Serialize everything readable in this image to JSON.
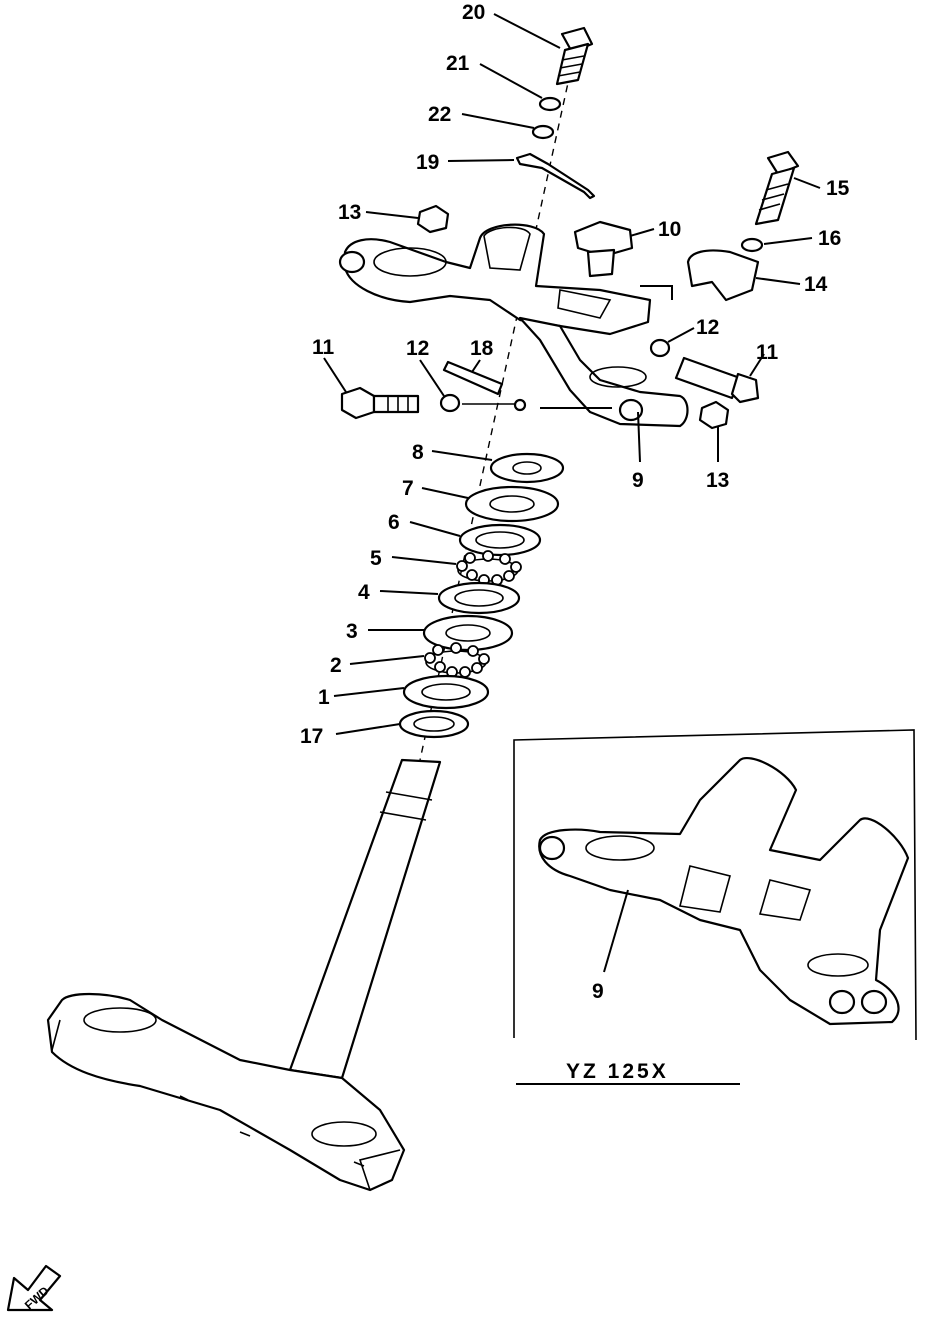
{
  "diagram": {
    "callouts": {
      "c20": "20",
      "c21": "21",
      "c22": "22",
      "c19": "19",
      "c13a": "13",
      "c10": "10",
      "c15": "15",
      "c16": "16",
      "c14": "14",
      "c12a": "12",
      "c11a": "11",
      "c12b": "12",
      "c18": "18",
      "c11b": "11",
      "c8": "8",
      "c9": "9",
      "c13b": "13",
      "c7": "7",
      "c6": "6",
      "c5": "5",
      "c4": "4",
      "c3": "3",
      "c2": "2",
      "c1": "1",
      "c17": "17"
    },
    "inset": {
      "callout_9": "9",
      "caption": "YZ 125X"
    },
    "fwd_marker": "FWD"
  }
}
